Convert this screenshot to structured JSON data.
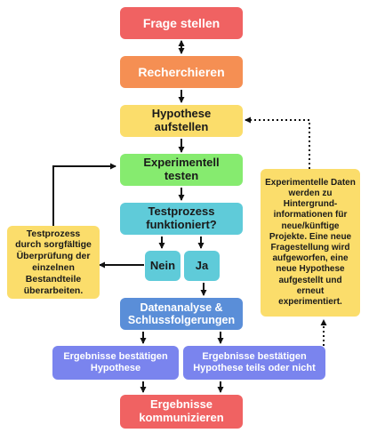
{
  "nodes": {
    "frage": "Frage stellen",
    "recherche": "Recherchieren",
    "hypothese": "Hypothese aufstellen",
    "experiment": "Experimentell testen",
    "funktioniert": "Testprozess funktioniert?",
    "nein": "Nein",
    "ja": "Ja",
    "analyse": "Datenanalyse & Schlussfolgerungen",
    "bestaetigen": "Ergebnisse bestätigen Hypothese",
    "teils": "Ergebnisse bestätigen Hypothese teils oder nicht",
    "kommunizieren": "Ergebnisse kommunizieren"
  },
  "notes": {
    "left": "Testprozess durch sorgfältige Überprüfung der einzelnen Bestandteile überarbeiten.",
    "right": "Experimentelle Daten werden zu Hintergrund-informationen für neue/künftige Projekte. Eine neue Fragestellung wird aufgeworfen, eine neue Hypothese aufgestellt und erneut experimentiert."
  },
  "colors": {
    "red": "#f06262",
    "orange": "#f58f53",
    "yellow": "#fbdd6b",
    "green": "#86eb6f",
    "teal": "#5fcbd9",
    "blue": "#5a8ed8",
    "violet": "#7a84ee",
    "arrow": "#111111"
  }
}
